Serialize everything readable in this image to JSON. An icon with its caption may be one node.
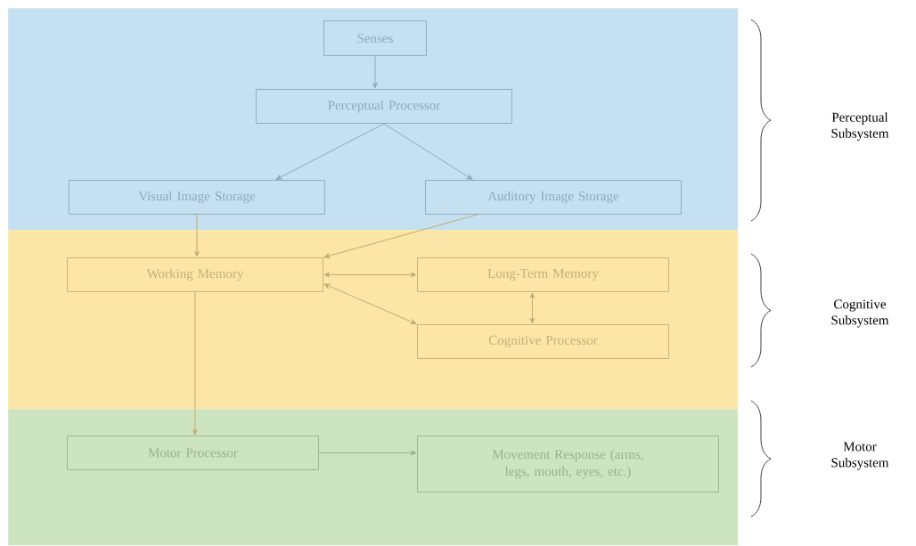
{
  "diagram": {
    "nodes": [
      {
        "text": [
          "Perceptual Subsystem"
        ]
      },
      {
        "text": [
          "Senses"
        ],
        "in": 0
      },
      {
        "text": [
          "Perceptual Processor"
        ],
        "in": 0
      },
      {
        "text": [
          "Visual Image Storage"
        ],
        "in": 0
      },
      {
        "text": [
          "Auditory Image Storage"
        ],
        "in": 0
      },
      {
        "text": [
          "Cognitive Subsystem"
        ]
      },
      {
        "text": [
          "Working Memory"
        ],
        "in": 5
      },
      {
        "text": [
          "Long-Term Memory"
        ],
        "in": 5
      },
      {
        "text": [
          "Cognitive Processor"
        ],
        "in": 5
      },
      {
        "text": [
          "Motor Subsystem"
        ]
      },
      {
        "text": [
          "Motor Processor"
        ],
        "in": 9
      },
      {
        "text": [
          "Movement Response (arms, legs, mouth, eyes, etc.)"
        ],
        "in": 9
      }
    ],
    "edges": [
      {
        "from": 1,
        "to": 2,
        "arrow": "to",
        "color": "#8ea8bb"
      },
      {
        "from": 2,
        "to": 3,
        "arrow": "to",
        "color": "#8ea8bb"
      },
      {
        "from": 2,
        "to": 4,
        "arrow": "to",
        "color": "#8ea8bb"
      },
      {
        "from": 3,
        "to": 6,
        "arrow": "to"
      },
      {
        "from": 4,
        "to": 6,
        "arrow": "to"
      },
      {
        "from": 6,
        "to": 7,
        "arrow": "both"
      },
      {
        "from": 6,
        "to": 8,
        "arrow": "both"
      },
      {
        "from": 7,
        "to": 8,
        "arrow": "both"
      },
      {
        "from": 6,
        "to": 10,
        "arrow": "to"
      },
      {
        "from": 10,
        "to": 11,
        "arrow": "to",
        "color": "#98b08a"
      }
    ]
  }
}
